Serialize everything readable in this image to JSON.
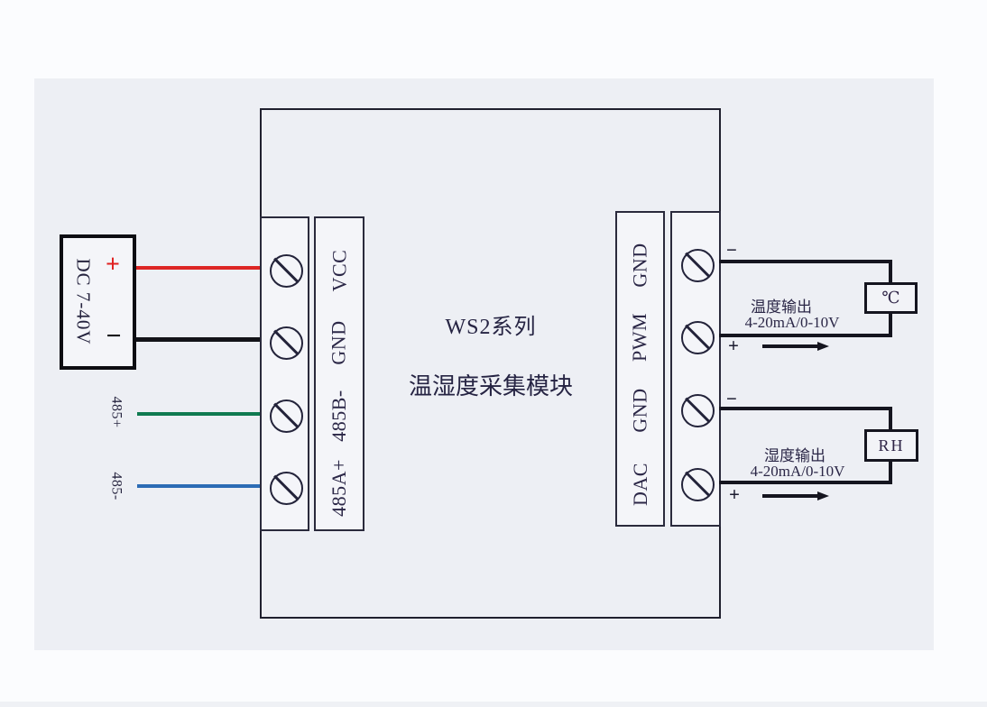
{
  "diagram": {
    "module": {
      "title_line1": "WS2系列",
      "title_line2": "温湿度采集模块"
    },
    "power_supply": {
      "label": "DC 7-40V",
      "plus": "+",
      "minus": "−"
    },
    "left_terminal_block": {
      "labels_top_to_bottom": [
        "VCC",
        "GND",
        "485B-",
        "485A+"
      ]
    },
    "rs485_bus": {
      "a_label": "485+",
      "b_label": "485-"
    },
    "right_terminal_block": {
      "labels_top_to_bottom": [
        "GND",
        "PWM",
        "GND",
        "DAC"
      ]
    },
    "temperature_output": {
      "minus": "−",
      "plus": "+",
      "caption": "温度输出",
      "range": "4-20mA/0-10V",
      "sensor_label": "℃"
    },
    "humidity_output": {
      "minus": "−",
      "plus": "+",
      "caption": "湿度输出",
      "range": "4-20mA/0-10V",
      "sensor_label": "RH"
    },
    "colors": {
      "vcc_wire": "#dd2524",
      "gnd_wire": "#131318",
      "rs485_a_wire": "#0f7a50",
      "rs485_b_wire": "#2c6cb5",
      "outline": "#20202e",
      "text": "#2b2747",
      "plus_mark": "#e02020",
      "panel_background": "#edeff4"
    }
  }
}
